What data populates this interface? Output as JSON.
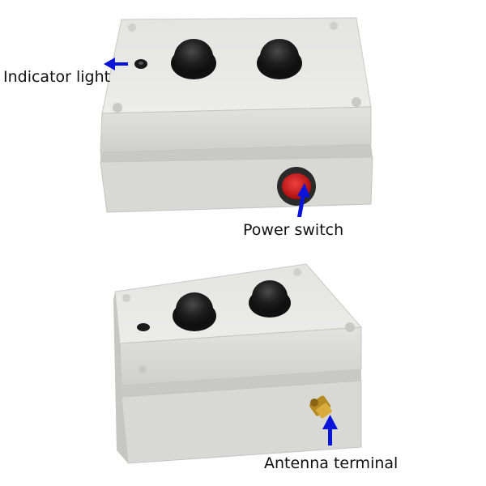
{
  "labels": {
    "indicator_light": "Indicator light",
    "power_switch": "Power switch",
    "antenna_terminal": "Antenna terminal"
  },
  "colors": {
    "background": "#ffffff",
    "box_body": "#dcdcd8",
    "box_lid": "#e6e6e3",
    "button": "#1c1c1c",
    "power_switch": "#d01818",
    "arrow": "#0a14d8",
    "antenna": "#c89a2a"
  }
}
